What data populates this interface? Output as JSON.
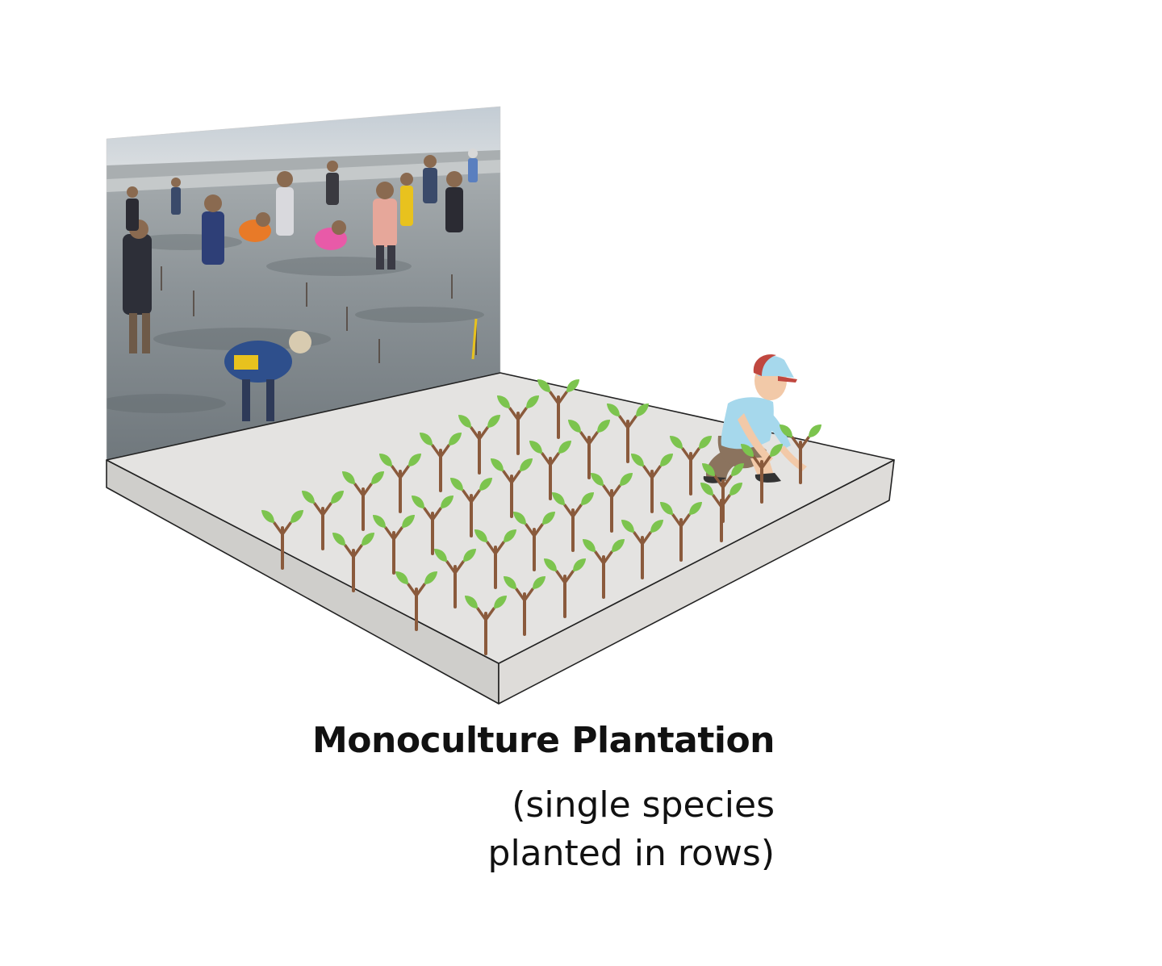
{
  "figure": {
    "title": "Monoculture Plantation",
    "subtitle_line1": "(single species",
    "subtitle_line2": "planted in rows)"
  },
  "colors": {
    "platform_top": "#e4e3e1",
    "platform_side": "#cfcecb",
    "outline": "#222222",
    "leaf": "#7cc44e",
    "stem": "#8a5a3c",
    "water": "#9fa6ab",
    "sky": "#c9d0d6"
  },
  "icons": [
    "seedling-icon",
    "person-planting-icon",
    "field-photo"
  ]
}
